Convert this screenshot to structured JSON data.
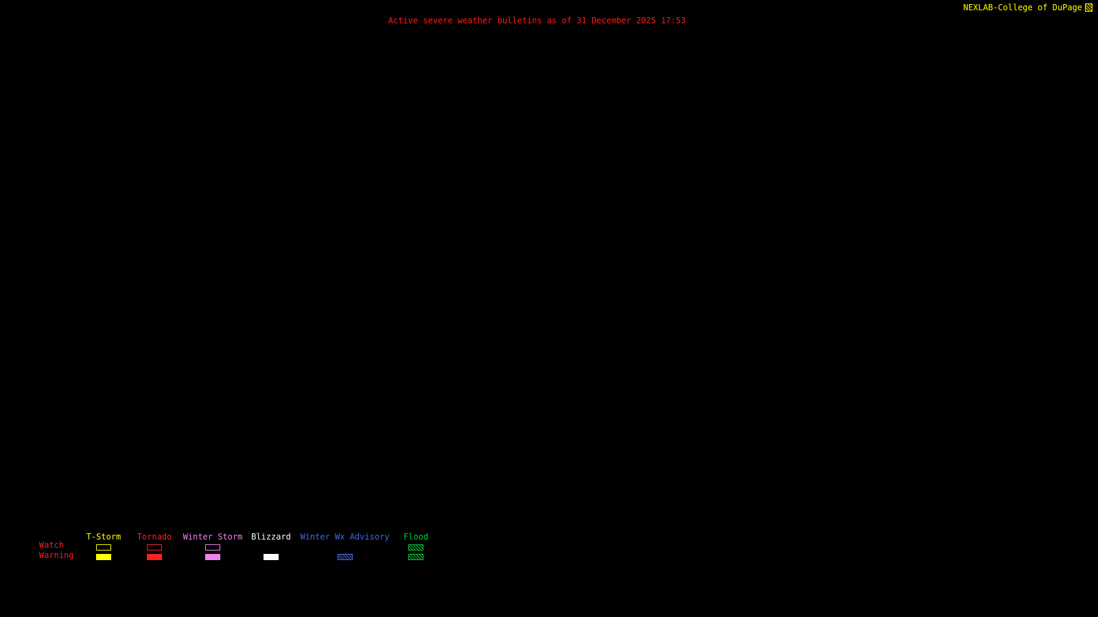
{
  "header": {
    "brand": "NEXLAB-College of DuPage",
    "title": "Active severe weather bulletins as of 31 December 2025 17:53"
  },
  "colors": {
    "background": "#000000",
    "headline_red": "#FF1A1A",
    "brand_yellow": "#FFFF00"
  },
  "legend": {
    "row_labels": {
      "watch": "Watch",
      "warning": "Warning"
    },
    "columns": [
      {
        "label": "T-Storm",
        "color": "#FFFF00",
        "watch": "outline",
        "warning": "solid"
      },
      {
        "label": "Tornado",
        "color": "#FF2020",
        "watch": "outline",
        "warning": "solid"
      },
      {
        "label": "Winter Storm",
        "color": "#EE82EE",
        "watch": "outline",
        "warning": "solid"
      },
      {
        "label": "Blizzard",
        "color": "#FFFFFF",
        "watch": "none",
        "warning": "solid"
      },
      {
        "label": "Winter Wx Advisory",
        "color": "#4169E1",
        "watch": "none",
        "warning": "hatch"
      },
      {
        "label": "Flood",
        "color": "#00CC33",
        "watch": "hatch",
        "warning": "hatch"
      }
    ]
  }
}
